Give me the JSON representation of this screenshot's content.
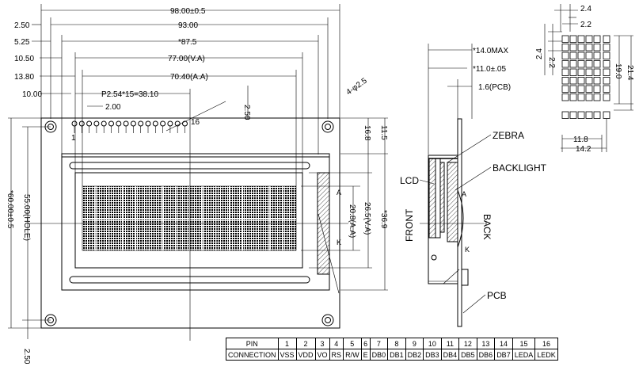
{
  "front_view": {
    "dims": {
      "outer_width": "98.00±0.5",
      "hole_pitch": "93.00",
      "bezel_width": "*87.5",
      "view_area": "77.00(V.A)",
      "active_area": "70.40(A.A)",
      "pin_pitch": "P2.54*15=38.10",
      "pin_spacing": "2.00",
      "pin_to_top": "2.50",
      "left_250": "2.50",
      "left_525": "5.25",
      "left_1050": "10.50",
      "left_1380": "13.80",
      "left_1000": "10.00",
      "hole_dia": "4-φ2.5",
      "top_168": "16.8",
      "top_115": "11.5",
      "aa_height": "20.8(A.A)",
      "va_height": "26.5(V.A)",
      "bezel_height": "*36.9",
      "hole_height": "55.00(HOLE)",
      "outer_height": "*60.00±0.5",
      "bottom_250": "2.50"
    },
    "pin_first": "1",
    "pin_last": "16",
    "led_a": "A",
    "led_k": "K"
  },
  "side_view": {
    "total_thickness": "*14.0MAX",
    "module_thickness": "*11.0±.05",
    "pcb_thickness": "1.6(PCB)",
    "zebra": "ZEBRA",
    "backlight": "BACKLIGHT",
    "lcd": "LCD",
    "front": "FRONT",
    "back": "BACK",
    "pcb": "PCB",
    "a": "A",
    "k": "K"
  },
  "dot_detail": {
    "d24a": "2.4",
    "d22a": "2.2",
    "d22b": "2.2",
    "d24b": "2.4",
    "d190": "19.0",
    "d214": "21.4",
    "d118": "11.8",
    "d142": "14.2"
  },
  "pin_table": {
    "row_labels": [
      "PIN",
      "CONNECTION"
    ],
    "pins": [
      "1",
      "2",
      "3",
      "4",
      "5",
      "6",
      "7",
      "8",
      "9",
      "10",
      "11",
      "12",
      "13",
      "14",
      "15",
      "16"
    ],
    "connections": [
      "VSS",
      "VDD",
      "VO",
      "RS",
      "R/W",
      "E",
      "DB0",
      "DB1",
      "DB2",
      "DB3",
      "DB4",
      "DB5",
      "DB6",
      "DB7",
      "LEDA",
      "LEDK"
    ]
  }
}
